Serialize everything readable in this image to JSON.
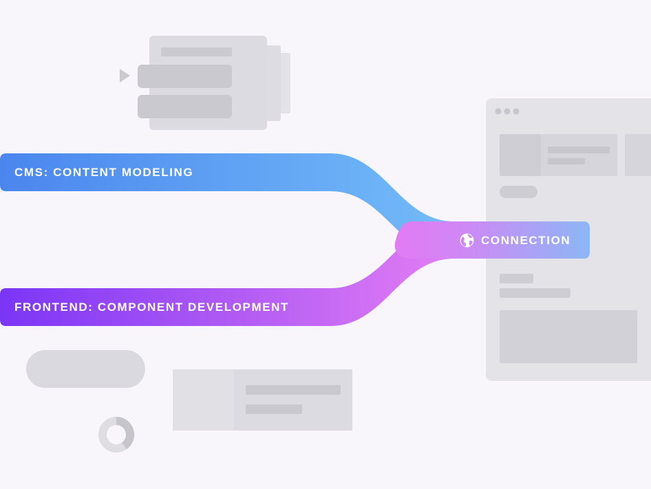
{
  "diagram": {
    "cms_label": "CMS: CONTENT MODELING",
    "frontend_label": "FRONTEND: COMPONENT DEVELOPMENT",
    "connection_label": "CONNECTION",
    "connection_icon": "globe-icon",
    "decorative_icons": [
      "play-icon",
      "donut-chart-icon",
      "window-dots-icon"
    ]
  },
  "colors": {
    "background": "#f8f6fa",
    "placeholder": "#d9d8de",
    "placeholder_dark": "#c9c7cf",
    "cms_start": "#4a86ee",
    "cms_end": "#72baf8",
    "frontend_start": "#7b35f5",
    "frontend_end": "#e07cf4",
    "connection_start": "#d97ef5",
    "connection_end": "#8cb6f6"
  }
}
